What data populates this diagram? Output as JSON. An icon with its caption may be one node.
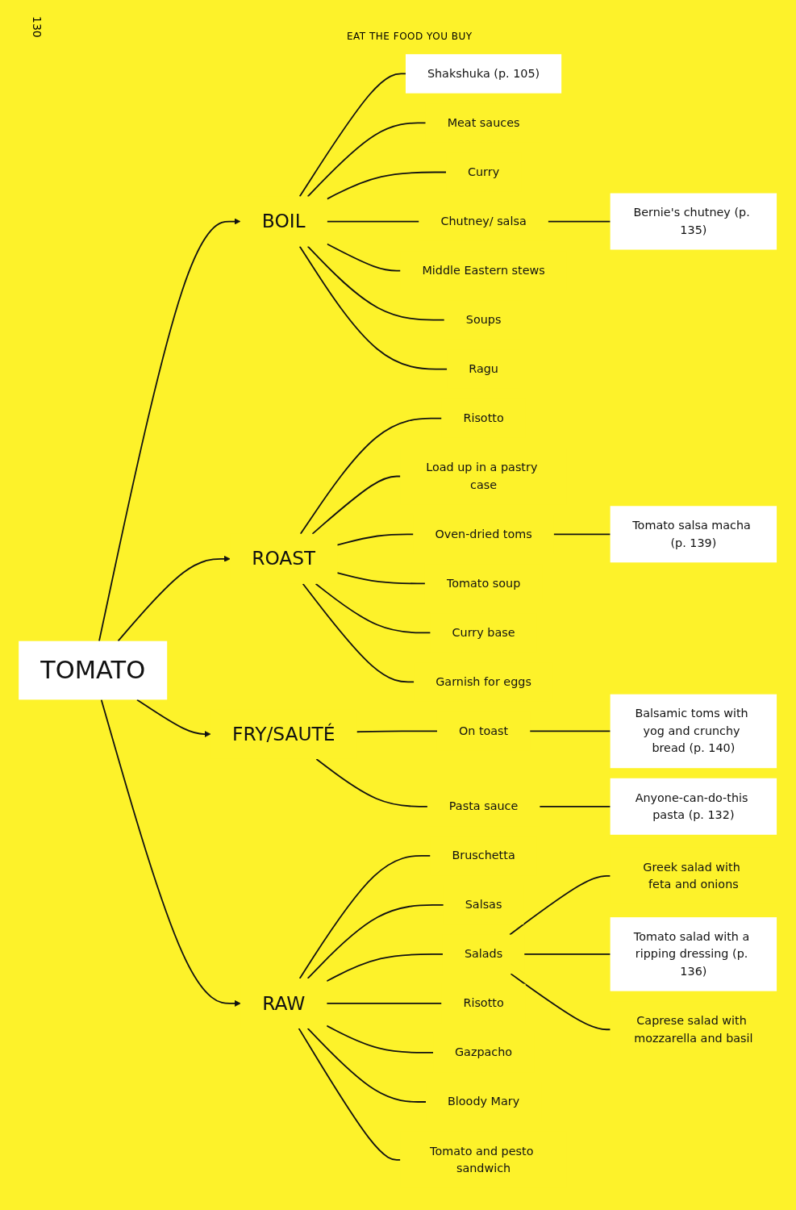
{
  "diagram": {
    "nodes": [
      {
        "text": [
          "TOMATO"
        ]
      },
      {
        "text": [
          "BOIL"
        ]
      },
      {
        "text": [
          "Shakshuka (p. 105)"
        ]
      },
      {
        "text": [
          "Meat sauces"
        ]
      },
      {
        "text": [
          "Curry"
        ]
      },
      {
        "text": [
          "Chutney/ salsa"
        ]
      },
      {
        "text": [
          "Middle Eastern stews"
        ]
      },
      {
        "text": [
          "Soups"
        ]
      },
      {
        "text": [
          "Ragu"
        ]
      },
      {
        "text": [
          "Bernie's chutney (p. 135)"
        ]
      },
      {
        "text": [
          "ROAST"
        ]
      },
      {
        "text": [
          "Risotto"
        ]
      },
      {
        "text": [
          "Load up in a pastry case"
        ]
      },
      {
        "text": [
          "Oven-dried toms"
        ]
      },
      {
        "text": [
          "Tomato salsa macha (p. 139)"
        ]
      },
      {
        "text": [
          "Tomato soup"
        ]
      },
      {
        "text": [
          "Curry base"
        ]
      },
      {
        "text": [
          "Garnish for eggs"
        ]
      },
      {
        "text": [
          "FRY/SAUTÉ"
        ]
      },
      {
        "text": [
          "On toast"
        ]
      },
      {
        "text": [
          "Pasta sauce"
        ]
      },
      {
        "text": [
          "Balsamic toms with yog and crunchy bread (p. 140)"
        ]
      },
      {
        "text": [
          "Anyone-can-do-this pasta (p. 132)"
        ]
      },
      {
        "text": [
          "RAW"
        ]
      },
      {
        "text": [
          "Bruschetta"
        ]
      },
      {
        "text": [
          "Salsas"
        ]
      },
      {
        "text": [
          "Greek salad with feta and onions"
        ]
      },
      {
        "text": [
          "Salads"
        ]
      },
      {
        "text": [
          "Risotto"
        ]
      },
      {
        "text": [
          "Gazpacho"
        ]
      },
      {
        "text": [
          "Tomato salad with a ripping dressing (p. 136)"
        ]
      },
      {
        "text": [
          "Caprese salad with mozzarella and basil"
        ]
      },
      {
        "text": [
          "Bloody Mary"
        ]
      },
      {
        "text": [
          "Tomato and pesto sandwich"
        ]
      }
    ],
    "edges": [
      {
        "from": 0,
        "to": 1,
        "arrow": "to"
      },
      {
        "from": 0,
        "to": 10,
        "arrow": "to"
      },
      {
        "from": 0,
        "to": 18,
        "arrow": "to"
      },
      {
        "from": 0,
        "to": 23,
        "arrow": "to"
      },
      {
        "from": 1,
        "to": 2,
        "arrow": "none"
      },
      {
        "from": 1,
        "to": 3,
        "arrow": "none"
      },
      {
        "from": 1,
        "to": 4,
        "arrow": "none"
      },
      {
        "from": 1,
        "to": 5,
        "arrow": "none"
      },
      {
        "from": 1,
        "to": 6,
        "arrow": "none"
      },
      {
        "from": 1,
        "to": 7,
        "arrow": "none"
      },
      {
        "from": 1,
        "to": 8,
        "arrow": "none"
      },
      {
        "from": 5,
        "to": 9,
        "arrow": "none"
      },
      {
        "from": 10,
        "to": 11,
        "arrow": "none"
      },
      {
        "from": 10,
        "to": 12,
        "arrow": "none"
      },
      {
        "from": 10,
        "to": 13,
        "arrow": "none"
      },
      {
        "from": 13,
        "to": 14,
        "arrow": "none"
      },
      {
        "from": 10,
        "to": 15,
        "arrow": "none"
      },
      {
        "from": 10,
        "to": 16,
        "arrow": "none"
      },
      {
        "from": 10,
        "to": 17,
        "arrow": "none"
      },
      {
        "from": 18,
        "to": 19,
        "arrow": "none"
      },
      {
        "from": 18,
        "to": 20,
        "arrow": "none"
      },
      {
        "from": 19,
        "to": 21,
        "arrow": "none"
      },
      {
        "from": 20,
        "to": 22,
        "arrow": "none"
      },
      {
        "from": 23,
        "to": 24,
        "arrow": "none"
      },
      {
        "from": 23,
        "to": 25,
        "arrow": "none"
      },
      {
        "from": 23,
        "to": 27,
        "arrow": "none"
      },
      {
        "from": 27,
        "to": 26,
        "arrow": "none"
      },
      {
        "from": 23,
        "to": 28,
        "arrow": "none"
      },
      {
        "from": 23,
        "to": 29,
        "arrow": "none"
      },
      {
        "from": 27,
        "to": 30,
        "arrow": "none"
      },
      {
        "from": 27,
        "to": 31,
        "arrow": "none"
      },
      {
        "from": 23,
        "to": 32,
        "arrow": "none"
      },
      {
        "from": 23,
        "to": 33,
        "arrow": "none"
      }
    ],
    "labels": [
      "130",
      "EAT THE FOOD YOU BUY"
    ]
  }
}
